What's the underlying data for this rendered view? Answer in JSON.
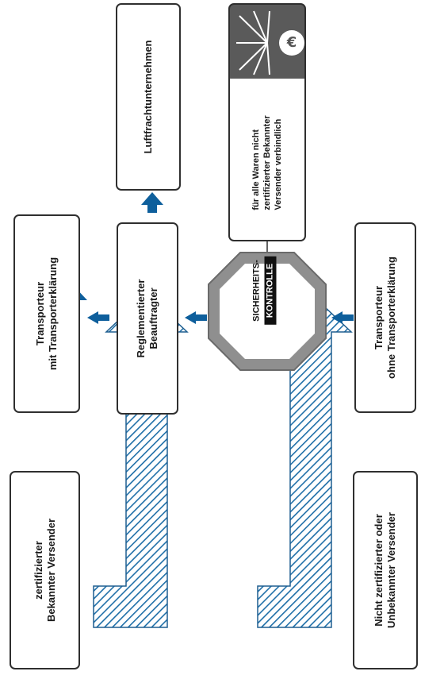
{
  "nodes": {
    "shipper_certified": {
      "lines": [
        "zertifizierter",
        "Bekannter Versender"
      ]
    },
    "carrier_with_declaration": {
      "lines": [
        "Transporteur",
        "mit Transporterklärung"
      ]
    },
    "regulated_agent": {
      "lines": [
        "Reglementierter",
        "Beauftragter"
      ]
    },
    "airline": {
      "lines": [
        "Luftfrachtunternehmen"
      ]
    },
    "carrier_without_declaration": {
      "lines": [
        "Transporteur",
        "ohne Transporterklärung"
      ]
    },
    "shipper_unknown": {
      "lines": [
        "Nicht zertifizierter oder",
        "Unbekannter Versender"
      ]
    }
  },
  "security_check": {
    "line1": "SICHERHEITS-",
    "line2": "KONTROLLE"
  },
  "info_box": {
    "lines": [
      "für alle Waren nicht",
      "zertifizierter Bekannter",
      "Versender verbindlich"
    ],
    "icon": "euro-sign",
    "icon_symbol": "€"
  },
  "colors": {
    "arrow_blue": "#0e5f9c",
    "stop_sign_gray": "#8f8f8f",
    "info_header_gray": "#5a5a5a",
    "border": "#2f2f2f"
  }
}
